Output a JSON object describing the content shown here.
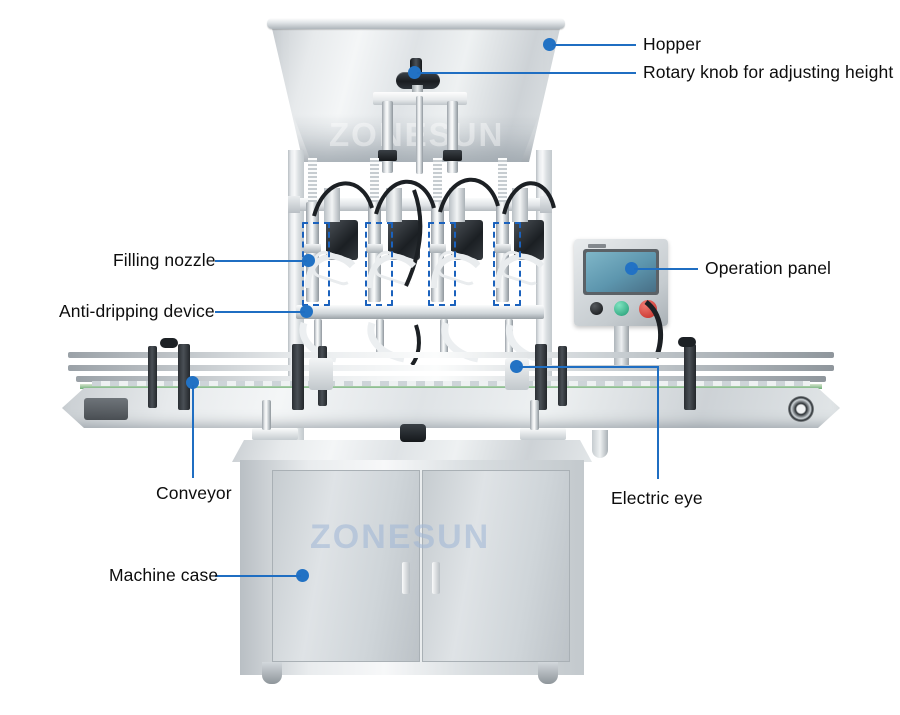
{
  "figure": {
    "kind": "annotated-product-photo",
    "subject": "Automatic four-head paste/liquid filling machine",
    "brand_watermark": "ZONESUN",
    "background_color": "#ffffff",
    "accent_color": "#2272c4",
    "label_color": "#0d0d0d"
  },
  "callouts": [
    {
      "id": "hopper",
      "label": "Hopper"
    },
    {
      "id": "rotary-knob",
      "label": "Rotary knob for adjusting height"
    },
    {
      "id": "filling-nozzle",
      "label": "Filling nozzle"
    },
    {
      "id": "anti-dripping",
      "label": "Anti-dripping device"
    },
    {
      "id": "operation-panel",
      "label": "Operation panel"
    },
    {
      "id": "electric-eye",
      "label": "Electric eye"
    },
    {
      "id": "conveyor",
      "label": "Conveyor"
    },
    {
      "id": "machine-case",
      "label": "Machine case"
    }
  ],
  "machine": {
    "nozzle_count": 4,
    "highlight_boxes": 4,
    "panel": {
      "screen_color": "#6fa9bd",
      "buttons": [
        {
          "name": "selector-knob",
          "color": "#1d1d1f"
        },
        {
          "name": "start-button",
          "color": "#2fb98a"
        },
        {
          "name": "emergency-stop",
          "color": "#e03a32"
        }
      ]
    },
    "case": {
      "doors": 2,
      "casters": 4
    }
  }
}
